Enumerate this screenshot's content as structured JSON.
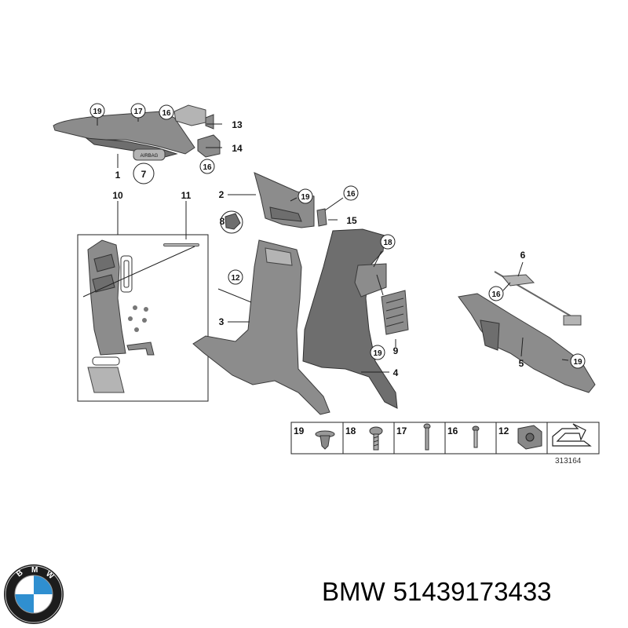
{
  "diagram": {
    "callouts": {
      "c19a": "19",
      "c17": "17",
      "c16a": "16",
      "c13": "13",
      "c14": "14",
      "c16b": "16",
      "c7": "7",
      "c1": "1",
      "c10": "10",
      "c11": "11",
      "c2": "2",
      "c19b": "19",
      "c16c": "16",
      "c15": "15",
      "c8": "8",
      "c18": "18",
      "c6": "6",
      "c12": "12",
      "c3": "3",
      "c16d": "16",
      "c9": "9",
      "c19c": "19",
      "c4": "4",
      "c5": "5",
      "c19d": "19"
    },
    "airbag_tag": "AIRBAG",
    "legend": [
      {
        "num": "19",
        "icon": "push-clip-icon"
      },
      {
        "num": "18",
        "icon": "screw-icon"
      },
      {
        "num": "17",
        "icon": "long-screw-icon"
      },
      {
        "num": "16",
        "icon": "pin-icon"
      },
      {
        "num": "12",
        "icon": "nut-clip-icon"
      }
    ],
    "reference_number": "313164"
  },
  "footer": {
    "brand": "BMW",
    "part_number": "51439173433"
  },
  "colors": {
    "part_fill": "#8c8c8c",
    "part_dark": "#6e6e6e",
    "outline": "#333333"
  }
}
